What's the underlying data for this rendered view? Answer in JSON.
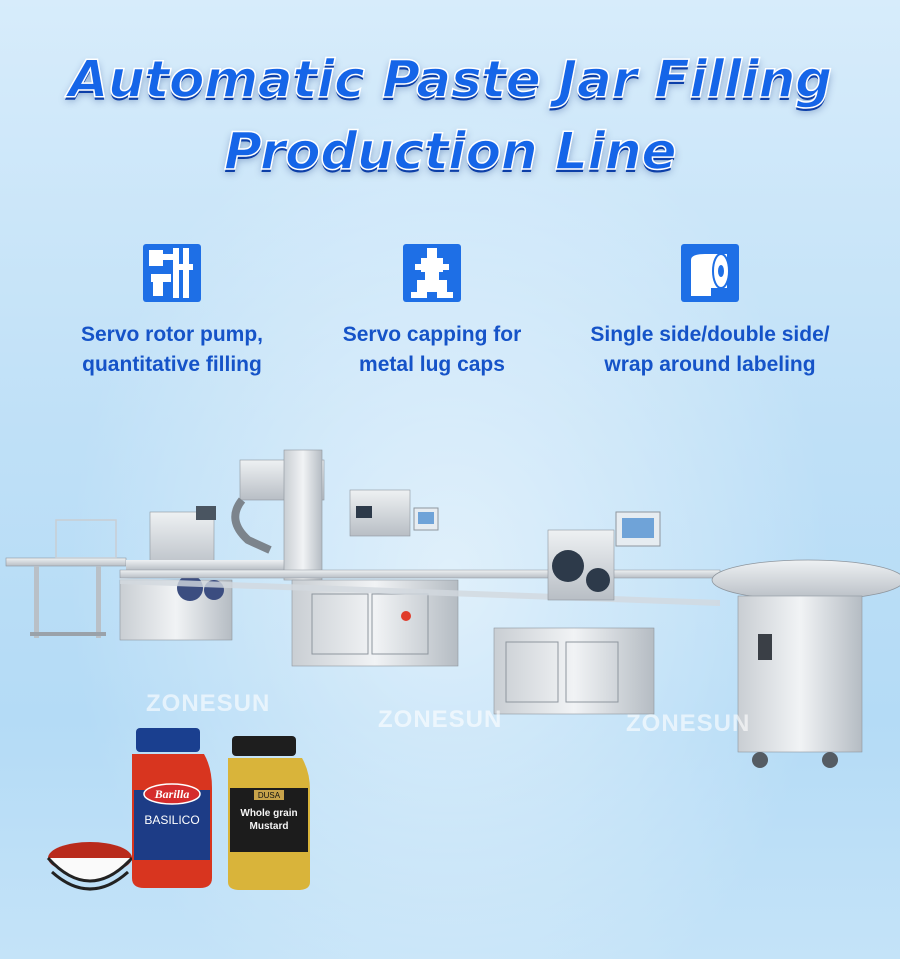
{
  "title": {
    "line1": "Automatic Paste Jar Filling",
    "line2": "Production Line"
  },
  "features": [
    {
      "icon": "rotor-pump-icon",
      "line1": "Servo rotor pump,",
      "line2": "quantitative filling"
    },
    {
      "icon": "capping-head-icon",
      "line1": "Servo capping for",
      "line2": "metal lug caps"
    },
    {
      "icon": "label-roll-icon",
      "line1": "Single side/double side/",
      "line2": "wrap around labeling"
    }
  ],
  "watermark": "ZONESUN",
  "products": {
    "jar1_brand": "Barilla",
    "jar1_name": "BASILICO",
    "jar2_brand": "DUSA",
    "jar2_name_line1": "Whole grain",
    "jar2_name_line2": "Mustard"
  },
  "colors": {
    "accent": "#1e6fe6",
    "title": "#1565e8",
    "label": "#1553c8"
  }
}
